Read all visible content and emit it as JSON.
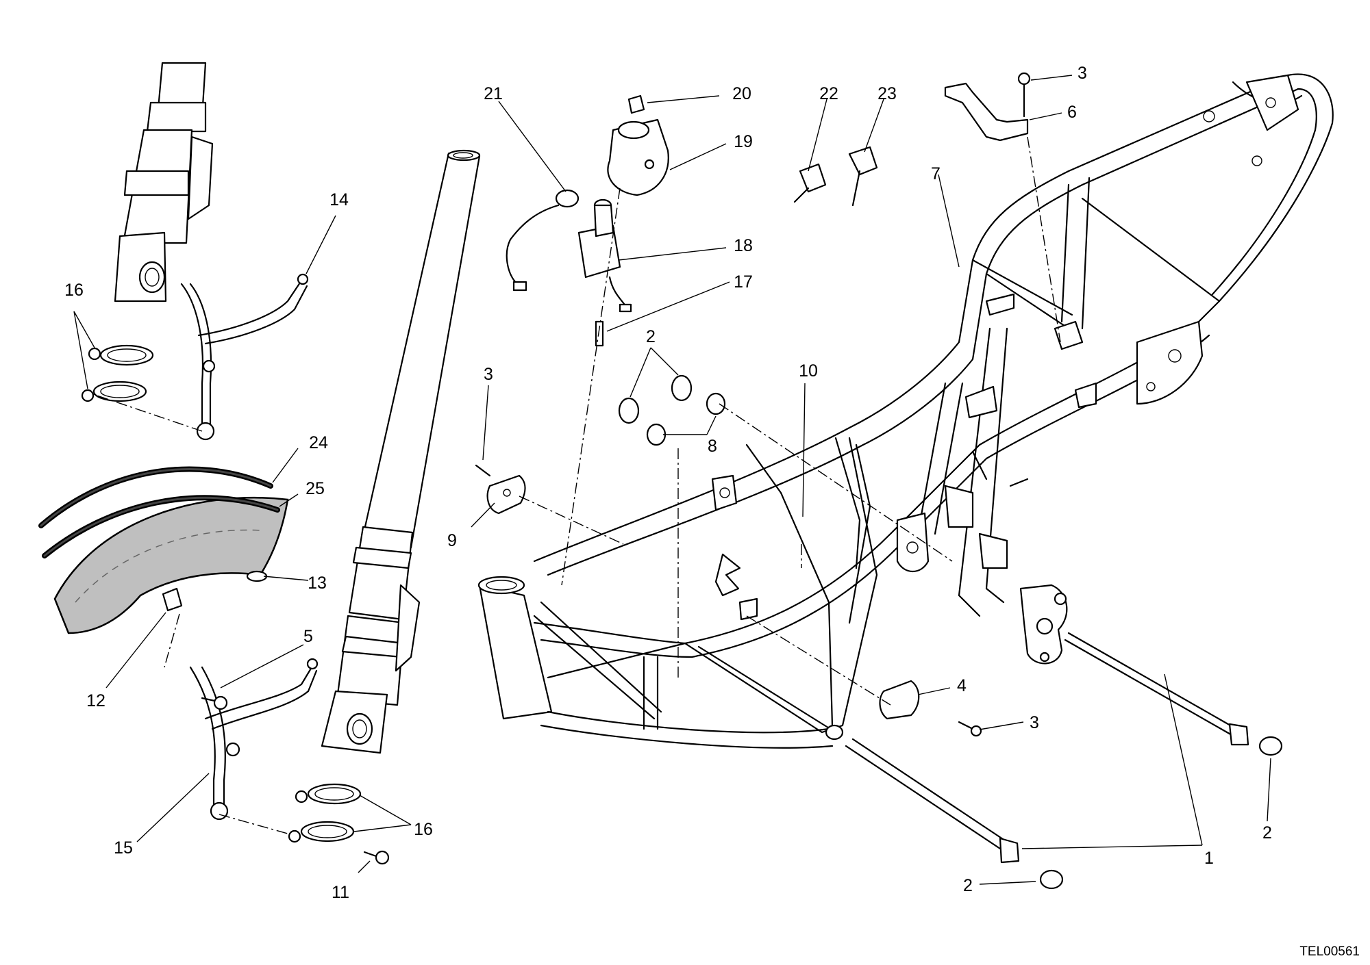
{
  "figure": {
    "code": "TEL00561",
    "callouts": [
      {
        "id": "c1",
        "label": "1"
      },
      {
        "id": "c2a",
        "label": "2"
      },
      {
        "id": "c2b",
        "label": "2"
      },
      {
        "id": "c2c",
        "label": "2"
      },
      {
        "id": "c3a",
        "label": "3"
      },
      {
        "id": "c3b",
        "label": "3"
      },
      {
        "id": "c3c",
        "label": "3"
      },
      {
        "id": "c4",
        "label": "4"
      },
      {
        "id": "c5",
        "label": "5"
      },
      {
        "id": "c6",
        "label": "6"
      },
      {
        "id": "c7",
        "label": "7"
      },
      {
        "id": "c8",
        "label": "8"
      },
      {
        "id": "c9",
        "label": "9"
      },
      {
        "id": "c10",
        "label": "10"
      },
      {
        "id": "c11",
        "label": "11"
      },
      {
        "id": "c12",
        "label": "12"
      },
      {
        "id": "c13",
        "label": "13"
      },
      {
        "id": "c14",
        "label": "14"
      },
      {
        "id": "c15",
        "label": "15"
      },
      {
        "id": "c16a",
        "label": "16"
      },
      {
        "id": "c16b",
        "label": "16"
      },
      {
        "id": "c17",
        "label": "17"
      },
      {
        "id": "c18",
        "label": "18"
      },
      {
        "id": "c19",
        "label": "19"
      },
      {
        "id": "c20",
        "label": "20"
      },
      {
        "id": "c21",
        "label": "21"
      },
      {
        "id": "c22",
        "label": "22"
      },
      {
        "id": "c23",
        "label": "23"
      },
      {
        "id": "c24",
        "label": "24"
      },
      {
        "id": "c25",
        "label": "25"
      }
    ]
  }
}
